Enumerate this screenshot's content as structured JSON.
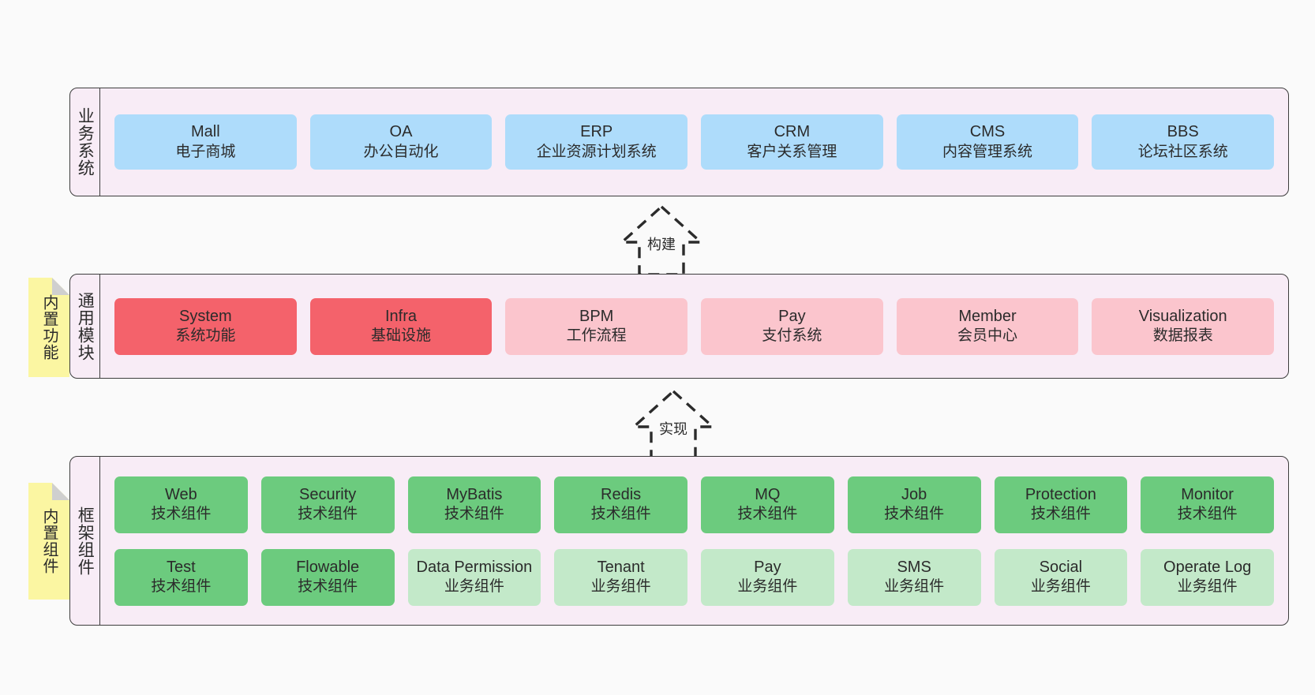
{
  "layers": {
    "business": {
      "title": "业务系统",
      "items": [
        {
          "name": "Mall",
          "desc": "电子商城"
        },
        {
          "name": "OA",
          "desc": "办公自动化"
        },
        {
          "name": "ERP",
          "desc": "企业资源计划系统"
        },
        {
          "name": "CRM",
          "desc": "客户关系管理"
        },
        {
          "name": "CMS",
          "desc": "内容管理系统"
        },
        {
          "name": "BBS",
          "desc": "论坛社区系统"
        }
      ]
    },
    "common": {
      "title": "通用模块",
      "sticky": "内置功能",
      "items": [
        {
          "name": "System",
          "desc": "系统功能"
        },
        {
          "name": "Infra",
          "desc": "基础设施"
        },
        {
          "name": "BPM",
          "desc": "工作流程"
        },
        {
          "name": "Pay",
          "desc": "支付系统"
        },
        {
          "name": "Member",
          "desc": "会员中心"
        },
        {
          "name": "Visualization",
          "desc": "数据报表"
        }
      ]
    },
    "framework": {
      "title": "框架组件",
      "sticky": "内置组件",
      "row1": [
        {
          "name": "Web",
          "desc": "技术组件"
        },
        {
          "name": "Security",
          "desc": "技术组件"
        },
        {
          "name": "MyBatis",
          "desc": "技术组件"
        },
        {
          "name": "Redis",
          "desc": "技术组件"
        },
        {
          "name": "MQ",
          "desc": "技术组件"
        },
        {
          "name": "Job",
          "desc": "技术组件"
        },
        {
          "name": "Protection",
          "desc": "技术组件"
        },
        {
          "name": "Monitor",
          "desc": "技术组件"
        }
      ],
      "row2": [
        {
          "name": "Test",
          "desc": "技术组件"
        },
        {
          "name": "Flowable",
          "desc": "技术组件"
        },
        {
          "name": "Data Permission",
          "desc": "业务组件"
        },
        {
          "name": "Tenant",
          "desc": "业务组件"
        },
        {
          "name": "Pay",
          "desc": "业务组件"
        },
        {
          "name": "SMS",
          "desc": "业务组件"
        },
        {
          "name": "Social",
          "desc": "业务组件"
        },
        {
          "name": "Operate Log",
          "desc": "业务组件"
        }
      ]
    }
  },
  "arrows": {
    "build": "构建",
    "implement": "实现"
  },
  "colors": {
    "layer_background": "#f8ecf6",
    "layer_border": "#3d3d3d",
    "business_card": "#aedcfb",
    "common_card_strong": "#f4626b",
    "common_card_soft": "#fbc5cd",
    "framework_card_strong": "#6ccb7e",
    "framework_card_soft": "#c3e9c9",
    "sticky_note": "#fbf6a2",
    "canvas": "#fafafa"
  }
}
